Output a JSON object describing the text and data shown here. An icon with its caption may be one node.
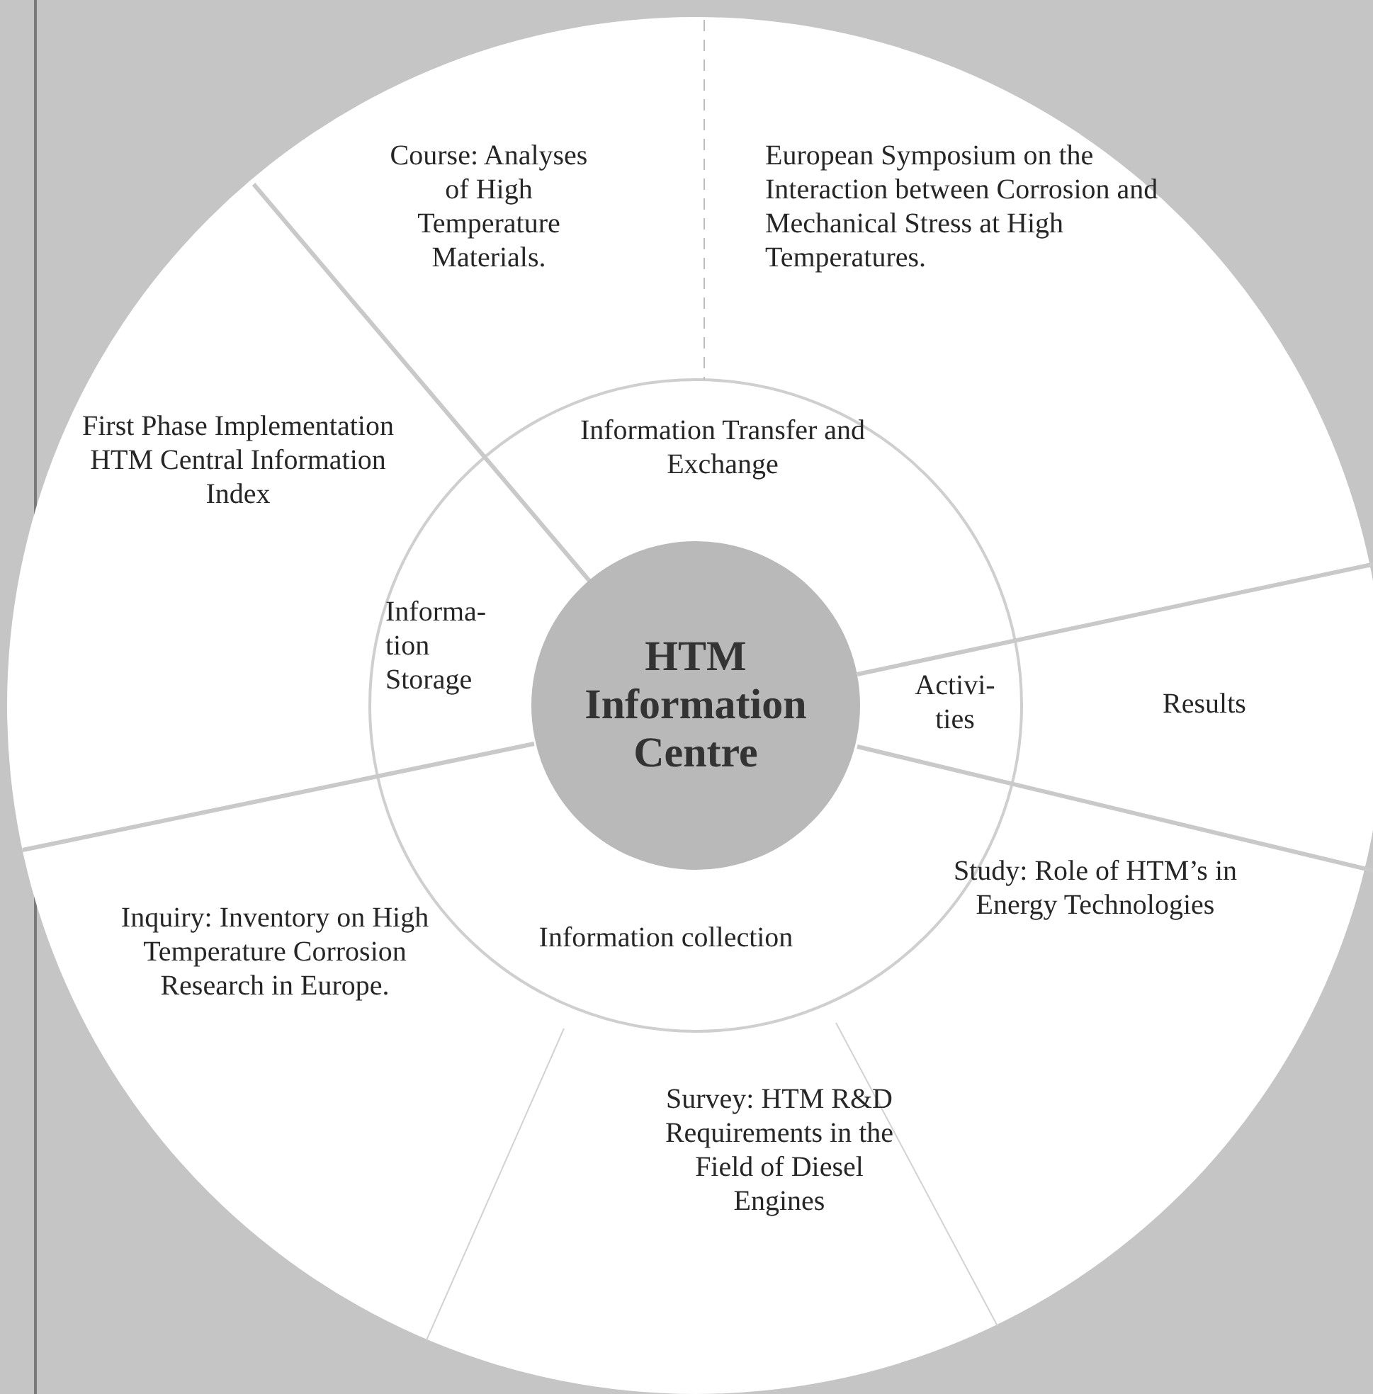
{
  "diagram": {
    "nodes": [
      {
        "text": [
          "Course: Analyses of High Temperature Materials."
        ]
      },
      {
        "text": [
          "European Symposium on the Interaction between Corrosion and Mechanical Stress at High Temperatures."
        ]
      },
      {
        "text": [
          "Information Transfer and Exchange"
        ]
      },
      {
        "text": [
          "First Phase Implementation HTM Central Information Index"
        ]
      },
      {
        "text": [
          "Informa- tion Storage"
        ]
      },
      {
        "text": [
          "HTM Information Centre"
        ]
      },
      {
        "text": [
          "Activi- ties"
        ]
      },
      {
        "text": [
          "Results"
        ]
      },
      {
        "text": [
          "Information collection"
        ]
      },
      {
        "text": [
          "Study: Role of HTM’s in Energy Technologies"
        ]
      },
      {
        "text": [
          "Inquiry: Inventory on High Temperature Corrosion Research in Europe."
        ]
      },
      {
        "text": [
          "Survey: HTM R&D Requirements in the Field of Diesel Engines"
        ]
      }
    ]
  }
}
